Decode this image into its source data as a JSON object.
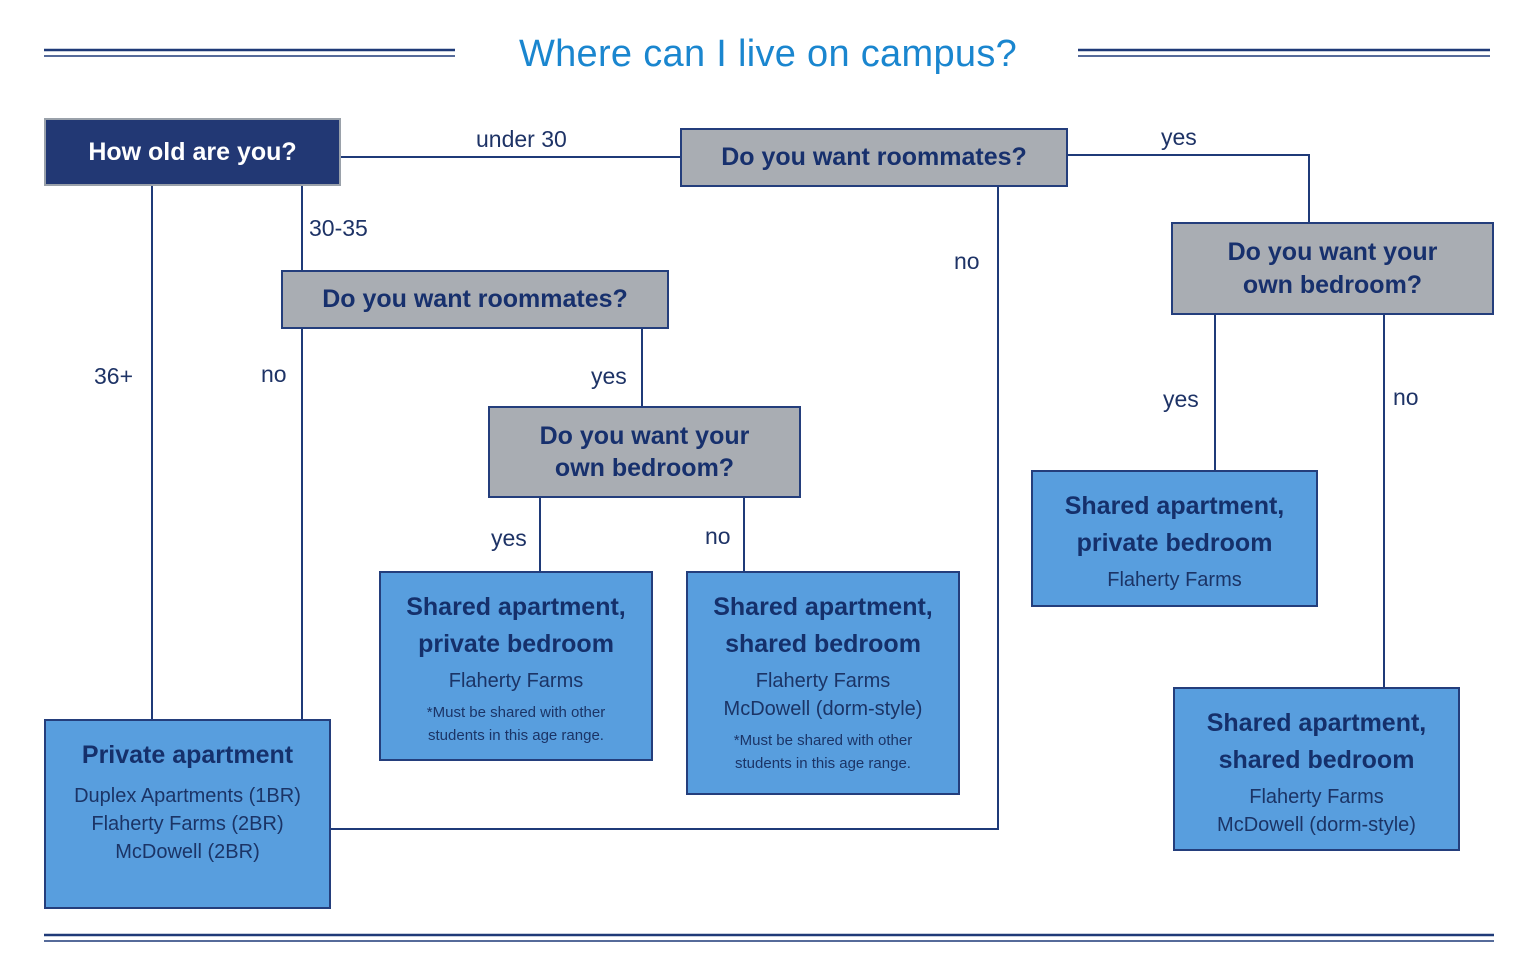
{
  "title": "Where can I live on campus?",
  "questions": {
    "age": "How old are you?",
    "roommates_under30": "Do you want roommates?",
    "roommates_30_35": "Do you want roommates?",
    "bedroom_30_35_line1": "Do you want your",
    "bedroom_30_35_line2": "own bedroom?",
    "bedroom_under30_line1": "Do you want your",
    "bedroom_under30_line2": "own bedroom?"
  },
  "edge_labels": {
    "under30": "under 30",
    "age_30_35": "30-35",
    "age_36plus": "36+",
    "no_30_35_roommates": "no",
    "yes_30_35_roommates": "yes",
    "yes_30_35_bedroom": "yes",
    "no_30_35_bedroom": "no",
    "no_under30_roommates": "no",
    "yes_under30_roommates": "yes",
    "yes_under30_bedroom": "yes",
    "no_under30_bedroom": "no"
  },
  "results": {
    "private_apartment": {
      "title": "Private apartment",
      "locations": [
        "Duplex Apartments (1BR)",
        "Flaherty Farms (2BR)",
        "McDowell (2BR)"
      ]
    },
    "shared_private_30_35": {
      "title_line1": "Shared apartment,",
      "title_line2": "private bedroom",
      "locations": [
        "Flaherty Farms"
      ],
      "note_line1": "*Must be shared with other",
      "note_line2": "students in this age range."
    },
    "shared_shared_30_35": {
      "title_line1": "Shared apartment,",
      "title_line2": "shared bedroom",
      "locations": [
        "Flaherty Farms",
        "McDowell (dorm-style)"
      ],
      "note_line1": "*Must be shared with other",
      "note_line2": "students in this age range."
    },
    "shared_private_under30": {
      "title_line1": "Shared apartment,",
      "title_line2": "private bedroom",
      "locations": [
        "Flaherty Farms"
      ]
    },
    "shared_shared_under30": {
      "title_line1": "Shared apartment,",
      "title_line2": "shared bedroom",
      "locations": [
        "Flaherty Farms",
        "McDowell (dorm-style)"
      ]
    }
  },
  "colors": {
    "title": "#1a86cf",
    "line": "#1f3a78",
    "question_fill": "#a9adb3",
    "start_fill": "#223874",
    "result_fill": "#589ede",
    "text_dark": "#17306d"
  }
}
